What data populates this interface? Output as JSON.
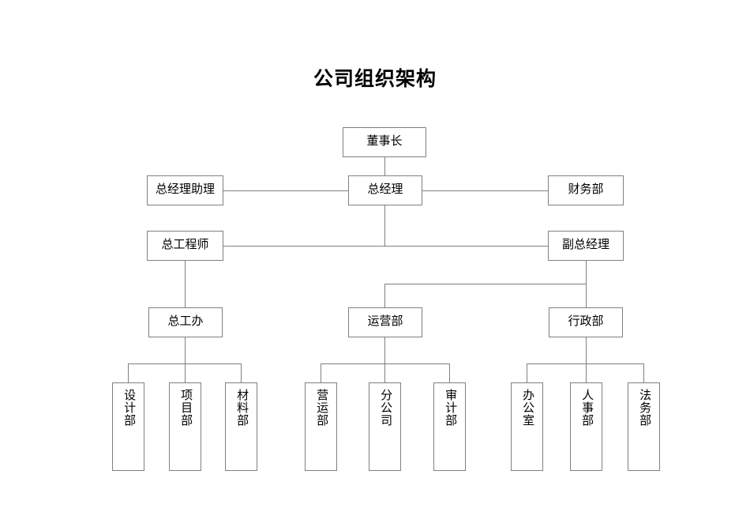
{
  "document": {
    "title": "公司组织架构",
    "type": "organization-chart",
    "background_color": "#ffffff",
    "line_color": "#808080",
    "text_color": "#000000"
  },
  "nodes": {
    "chairman": {
      "label": "董事长",
      "level": 1
    },
    "gm": {
      "label": "总经理",
      "level": 2
    },
    "gm_assistant": {
      "label": "总经理助理",
      "level": 2
    },
    "finance": {
      "label": "财务部",
      "level": 2
    },
    "chief_engineer": {
      "label": "总工程师",
      "level": 3
    },
    "deputy_gm": {
      "label": "副总经理",
      "level": 3
    },
    "chief_engineer_office": {
      "label": "总工办",
      "level": 4
    },
    "operations_dept": {
      "label": "运营部",
      "level": 4
    },
    "admin_dept": {
      "label": "行政部",
      "level": 4
    },
    "design": {
      "label": "设计部",
      "level": 5
    },
    "project": {
      "label": "项目部",
      "level": 5
    },
    "material": {
      "label": "材料部",
      "level": 5
    },
    "operation_sub": {
      "label": "营运部",
      "level": 5
    },
    "branch": {
      "label": "分公司",
      "level": 5
    },
    "audit": {
      "label": "审计部",
      "level": 5
    },
    "office": {
      "label": "办公室",
      "level": 5
    },
    "hr": {
      "label": "人事部",
      "level": 5
    },
    "legal": {
      "label": "法务部",
      "level": 5
    }
  },
  "hierarchy": {
    "root": "董事长",
    "relations": [
      {
        "parent": "董事长",
        "child": "总经理"
      },
      {
        "parent": "总经理",
        "child": "总经理助理"
      },
      {
        "parent": "总经理",
        "child": "财务部"
      },
      {
        "parent": "总经理",
        "child": "总工程师"
      },
      {
        "parent": "总经理",
        "child": "副总经理"
      },
      {
        "parent": "总工程师",
        "child": "总工办"
      },
      {
        "parent": "副总经理",
        "child": "运营部"
      },
      {
        "parent": "副总经理",
        "child": "行政部"
      },
      {
        "parent": "总工办",
        "child": "设计部"
      },
      {
        "parent": "总工办",
        "child": "项目部"
      },
      {
        "parent": "总工办",
        "child": "材料部"
      },
      {
        "parent": "运营部",
        "child": "营运部"
      },
      {
        "parent": "运营部",
        "child": "分公司"
      },
      {
        "parent": "运营部",
        "child": "审计部"
      },
      {
        "parent": "行政部",
        "child": "办公室"
      },
      {
        "parent": "行政部",
        "child": "人事部"
      },
      {
        "parent": "行政部",
        "child": "法务部"
      }
    ]
  }
}
